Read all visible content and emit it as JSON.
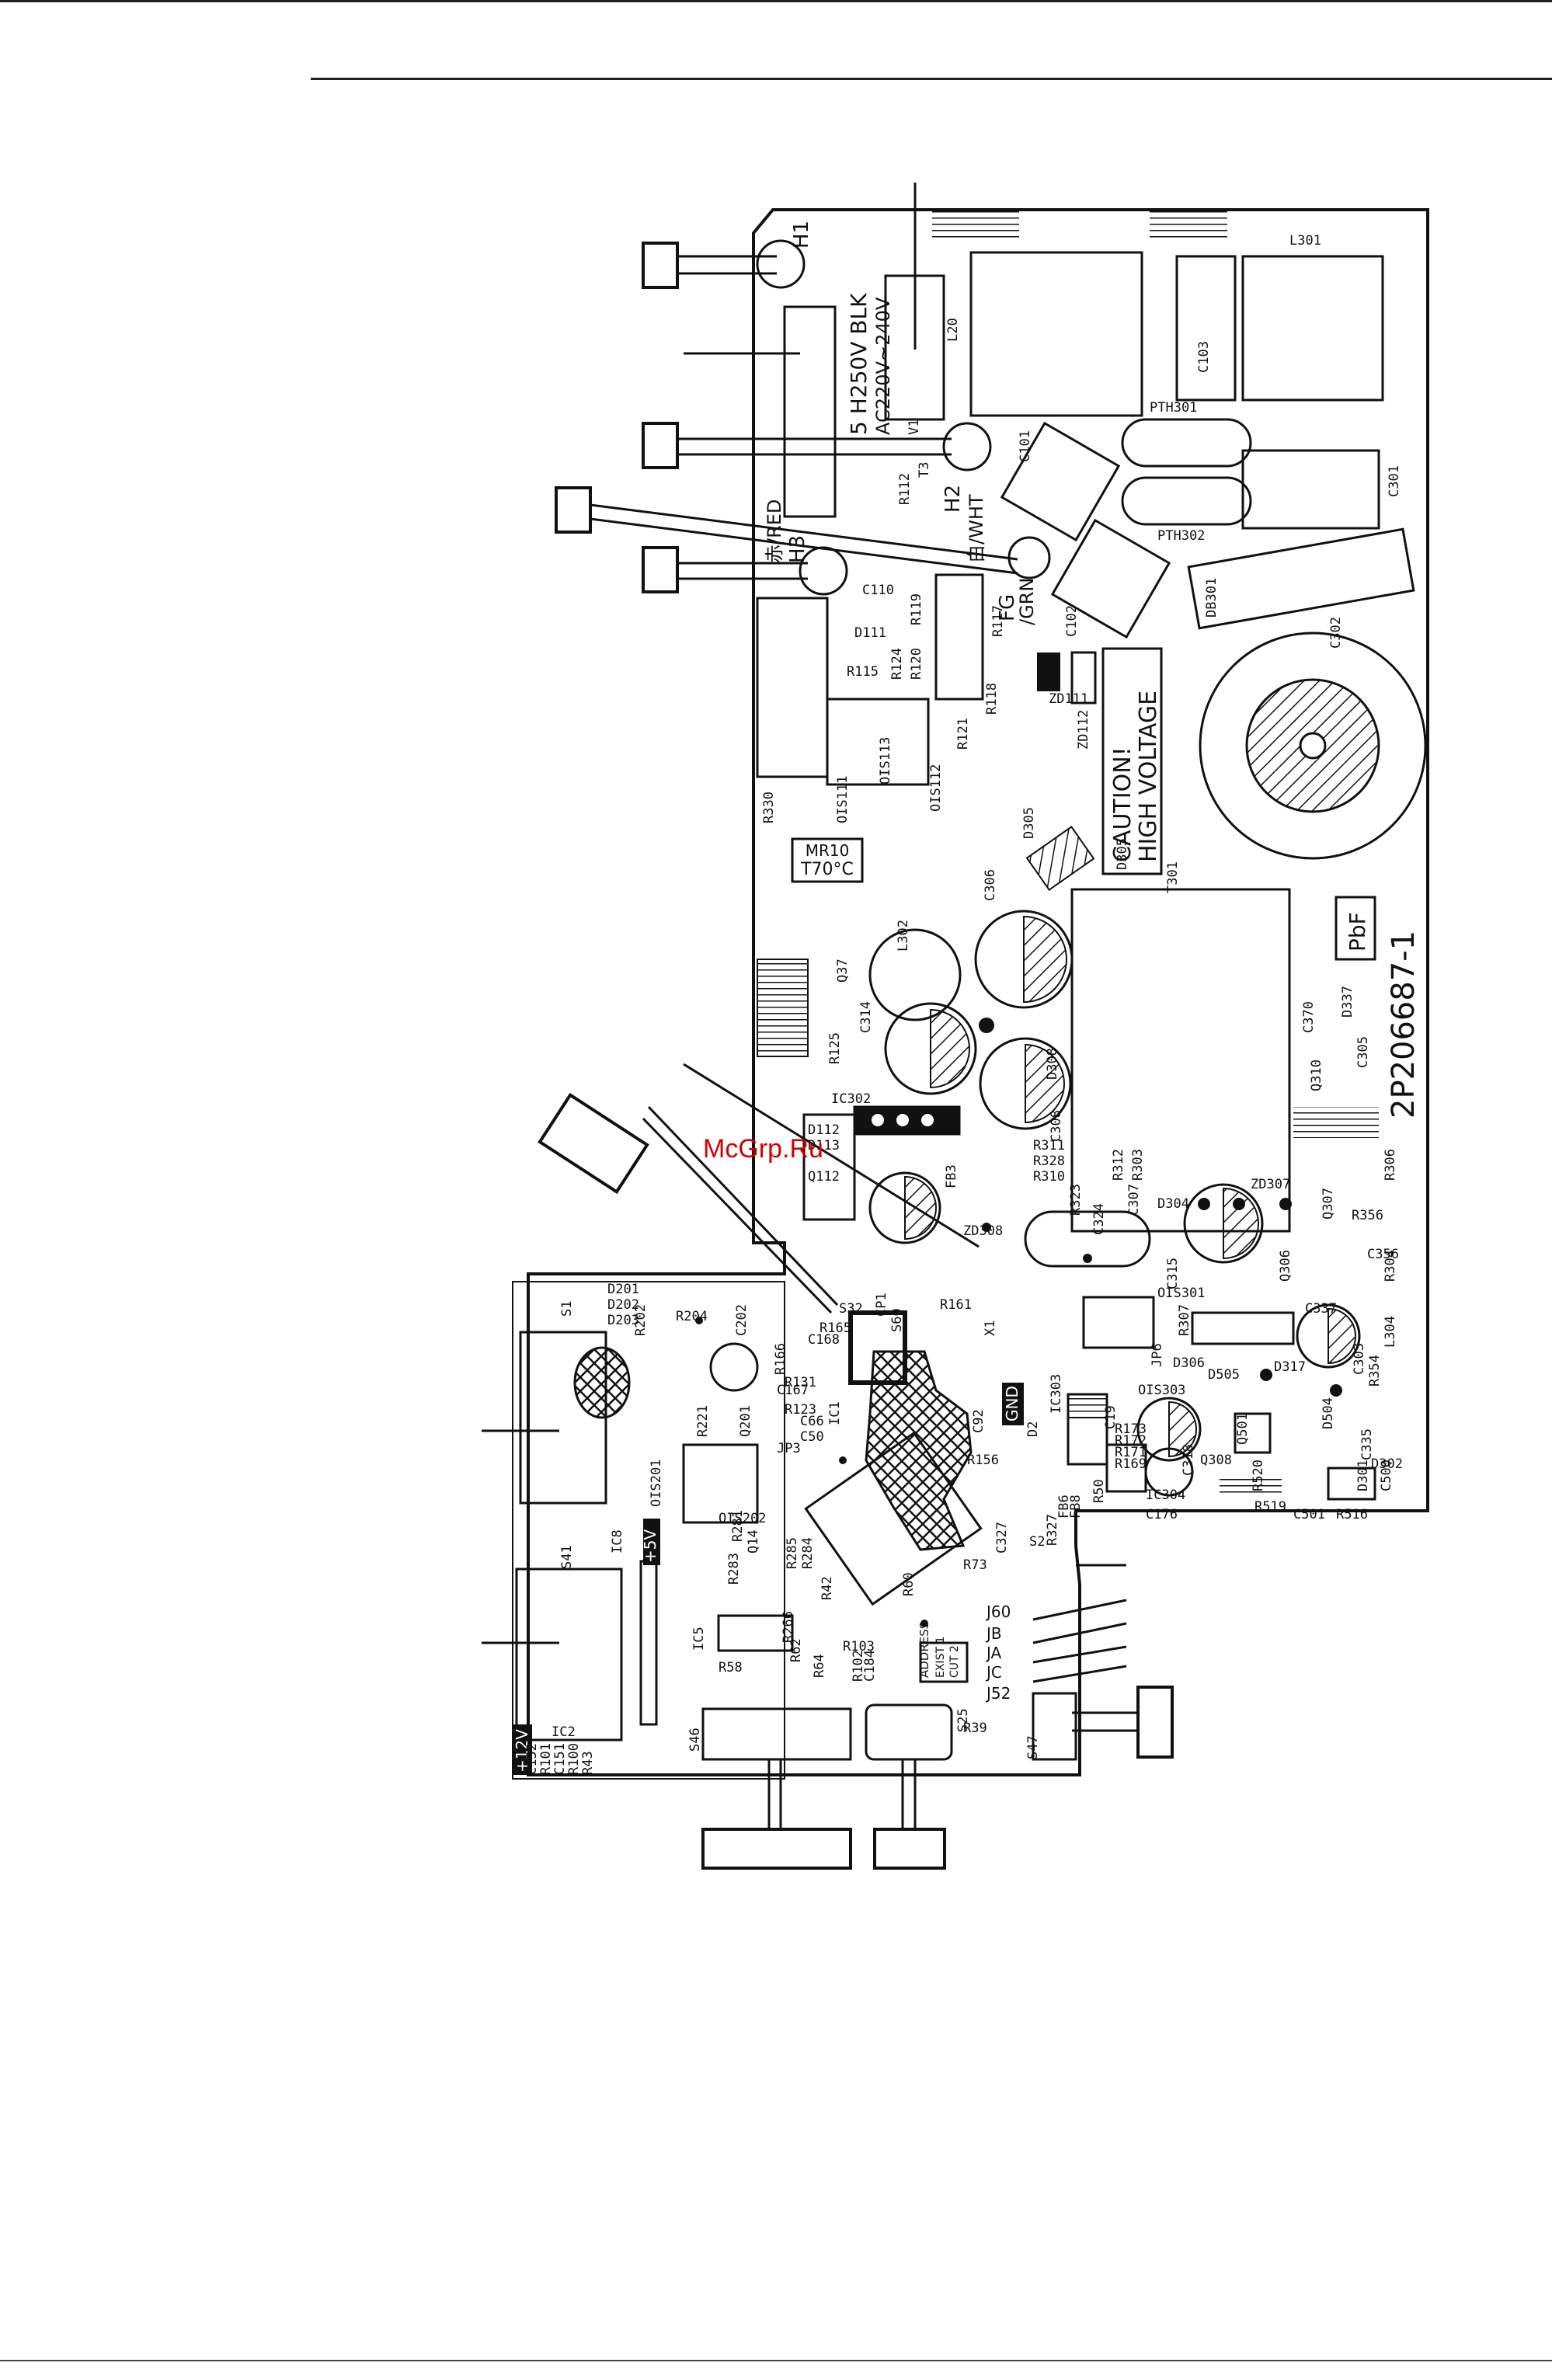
{
  "watermark": "McGrp.Ru",
  "board_part_number": "2P206687-1",
  "pbf_mark": "PbF",
  "caution_line1": "CAUTION!",
  "caution_line2": "HIGH VOLTAGE",
  "rating_line1": "5  H250V  BLK",
  "rating_line2": "AC220V~240V",
  "thermal_fuse_line1": "MR10",
  "thermal_fuse_line2": "T70°C",
  "terminal_h1": "H1",
  "terminal_h2": "H2",
  "terminal_h2_color": "白/WHT",
  "terminal_h3": "H3",
  "terminal_h3_color": "赤/RED",
  "terminal_fg": "FG",
  "terminal_fg_color": "/GRN",
  "mark_5v": "+5V",
  "mark_12v": "+12V",
  "mark_gnd": "GND",
  "address_label": "ADDRESS",
  "address_row1": "EXIST 1",
  "address_row2": "CUT   2",
  "address_ja": "JA",
  "jumper_labels": [
    "J60",
    "JB",
    "JA",
    "JC",
    "J52"
  ],
  "component_labels": [
    "L301",
    "C103",
    "PTH301",
    "C301",
    "PTH302",
    "DB301",
    "C302",
    "T301",
    "C101",
    "C102",
    "L20",
    "V1",
    "T3",
    "R112",
    "C110",
    "D111",
    "R119",
    "R117",
    "R118",
    "ZD111",
    "ZD112",
    "R115",
    "R124",
    "R120",
    "R121",
    "R330",
    "OIS111",
    "OIS113",
    "OIS112",
    "D305",
    "L302",
    "C306",
    "Q37",
    "C314",
    "R125",
    "D308",
    "C308",
    "IC302",
    "D112",
    "D113",
    "Q112",
    "FB3",
    "ZD308",
    "R311",
    "R328",
    "R310",
    "R312",
    "R303",
    "C307",
    "D304",
    "ZD307",
    "R306",
    "Q307",
    "R356",
    "C356",
    "Q306",
    "D305",
    "R304",
    "C315",
    "C324",
    "R323",
    "OIS301",
    "R307",
    "C337",
    "L304",
    "JP6",
    "D306",
    "D317",
    "C303",
    "R354",
    "D505",
    "IC303",
    "OIS303",
    "C318",
    "Q308",
    "Q501",
    "D504",
    "C335",
    "D301",
    "D302",
    "C500",
    "R173",
    "R172",
    "R171",
    "R169",
    "IC304",
    "C176",
    "R519",
    "R520",
    "C501",
    "R516",
    "C370",
    "C305",
    "D337",
    "Q310",
    "S1",
    "D201",
    "D202",
    "D203",
    "R202",
    "R204",
    "C202",
    "R165",
    "C168",
    "R166",
    "C167",
    "R131",
    "R123",
    "C66",
    "C50",
    "JP3",
    "Q201",
    "R221",
    "OIS201",
    "OIS202",
    "R281",
    "Q14",
    "R283",
    "R285",
    "R284",
    "IC1",
    "S32",
    "S60",
    "CP1",
    "R161",
    "X1",
    "C92",
    "R156",
    "D2",
    "C19",
    "R50",
    "FB6",
    "FB8",
    "R327",
    "S2",
    "C327",
    "R73",
    "R60",
    "R42",
    "S41",
    "IC8",
    "IC5",
    "R266",
    "R103",
    "C184",
    "R102",
    "R58",
    "R62",
    "R64",
    "IC2",
    "C152",
    "R101",
    "C151",
    "R100",
    "R43",
    "S46",
    "S25",
    "R39",
    "S47"
  ],
  "colors": {
    "ink": "#111111",
    "hatch_gray": "#555555",
    "watermark_red": "#d40000",
    "board_fill": "#ffffff"
  }
}
